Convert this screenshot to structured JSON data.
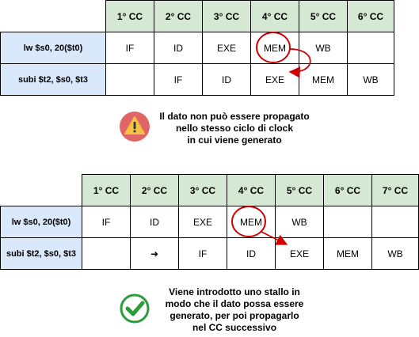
{
  "diagram1": {
    "headers": [
      "1° CC",
      "2° CC",
      "3° CC",
      "4° CC",
      "5° CC",
      "6° CC"
    ],
    "rows": [
      {
        "label": "lw $s0, 20($t0)",
        "cells": [
          "IF",
          "ID",
          "EXE",
          "MEM",
          "WB",
          ""
        ]
      },
      {
        "label": "subi $t2, $s0, $t3",
        "cells": [
          "",
          "IF",
          "ID",
          "EXE",
          "MEM",
          "WB"
        ]
      }
    ],
    "note_lines": [
      "Il dato non può essere propagato",
      "nello stesso ciclo di clock",
      "in cui viene generato"
    ],
    "icon": "warning-icon",
    "icon_color": "#e06666",
    "highlight_color": "#cc0000"
  },
  "diagram2": {
    "headers": [
      "1° CC",
      "2° CC",
      "3° CC",
      "4° CC",
      "5° CC",
      "6° CC",
      "7° CC"
    ],
    "rows": [
      {
        "label": "lw $s0, 20($t0)",
        "cells": [
          "IF",
          "ID",
          "EXE",
          "MEM",
          "WB",
          "",
          ""
        ]
      },
      {
        "label": "subi $t2, $s0, $t3",
        "cells": [
          "",
          "➜",
          "IF",
          "ID",
          "EXE",
          "MEM",
          "WB"
        ]
      }
    ],
    "note_lines": [
      "Viene introdotto uno stallo in",
      "modo che il dato possa essere",
      "generato, per poi propagarlo",
      "nel CC successivo"
    ],
    "icon": "check-icon",
    "icon_color": "#2d9c3a",
    "highlight_color": "#cc0000"
  },
  "colors": {
    "header_fill": "#d5e8d4",
    "row_label_fill": "#dae8fc"
  }
}
